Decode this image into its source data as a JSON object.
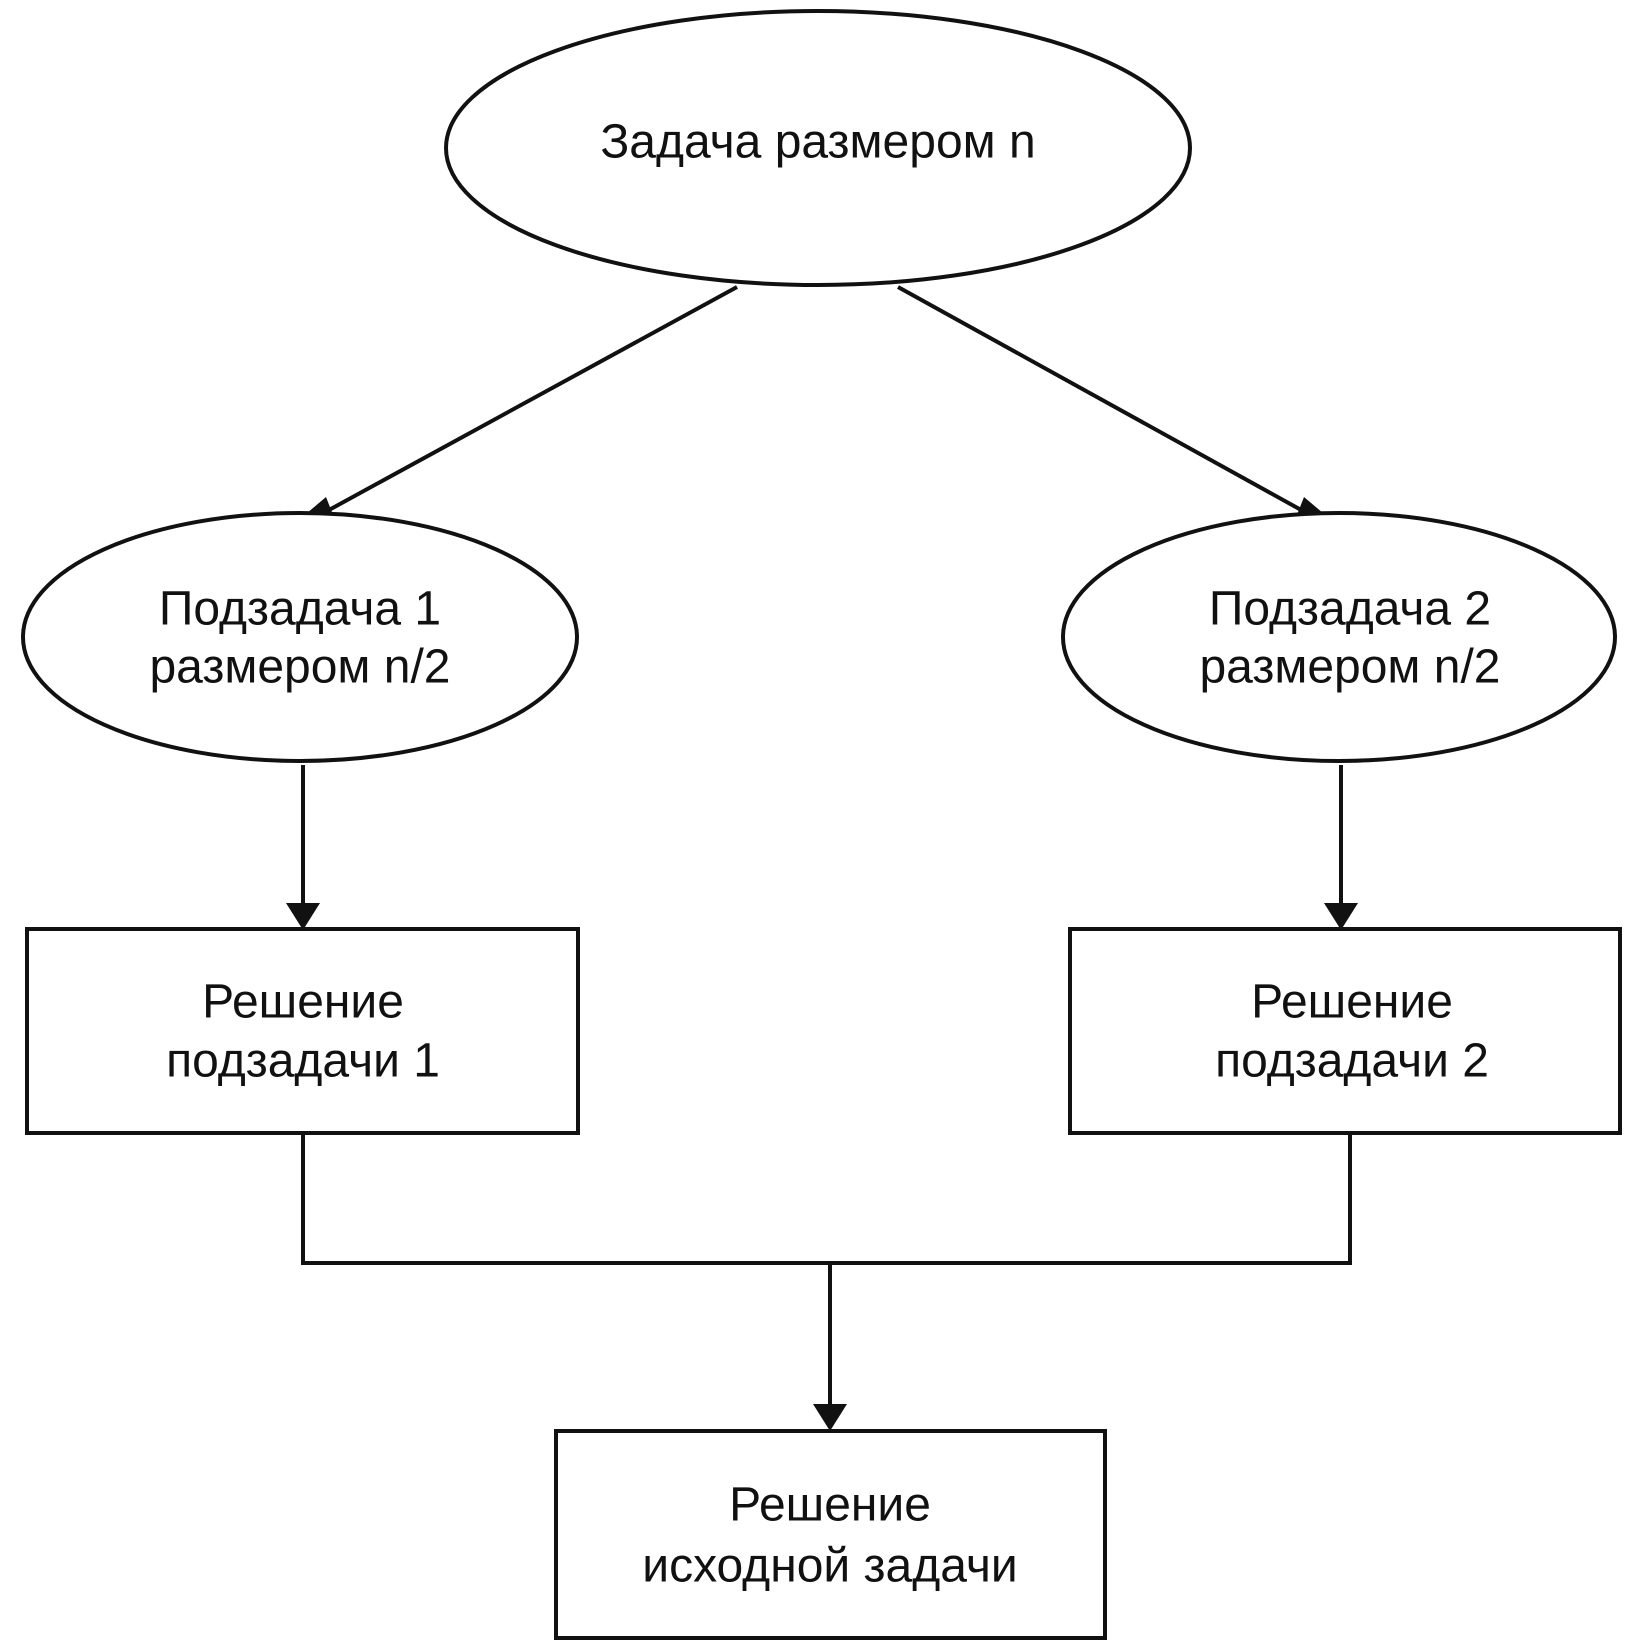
{
  "nodes": {
    "root": {
      "shape": "ellipse",
      "lines": [
        "Задача размером n"
      ]
    },
    "sub1": {
      "shape": "ellipse",
      "lines": [
        "Подзадача 1",
        "размером n/2"
      ]
    },
    "sub2": {
      "shape": "ellipse",
      "lines": [
        "Подзадача 2",
        "размером n/2"
      ]
    },
    "sol1": {
      "shape": "rectangle",
      "lines": [
        "Решение",
        "подзадачи 1"
      ]
    },
    "sol2": {
      "shape": "rectangle",
      "lines": [
        "Решение",
        "подзадачи 2"
      ]
    },
    "final": {
      "shape": "rectangle",
      "lines": [
        "Решение",
        "исходной задачи"
      ]
    }
  },
  "edges": [
    {
      "from": "root",
      "to": "sub1"
    },
    {
      "from": "root",
      "to": "sub2"
    },
    {
      "from": "sub1",
      "to": "sol1"
    },
    {
      "from": "sub2",
      "to": "sol2"
    },
    {
      "from": [
        "sol1",
        "sol2"
      ],
      "to": "final"
    }
  ],
  "colors": {
    "stroke": "#111111",
    "background": "#ffffff"
  }
}
